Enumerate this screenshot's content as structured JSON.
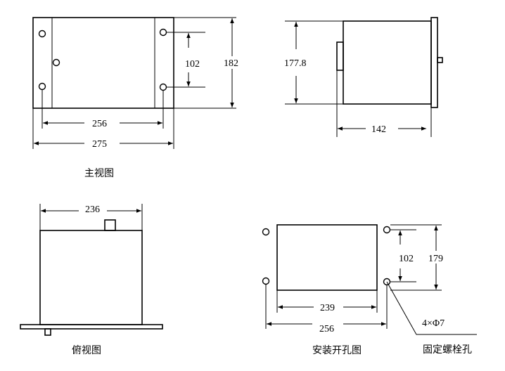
{
  "colors": {
    "line": "#000000",
    "background": "#ffffff"
  },
  "front_view": {
    "caption": "主视图",
    "dim_hole_spacing": "102",
    "dim_height": "182",
    "dim_hole_width": "256",
    "dim_total_width": "275"
  },
  "side_view": {
    "dim_height": "177.8",
    "dim_depth": "142"
  },
  "top_view": {
    "caption": "俯视图",
    "dim_width": "236"
  },
  "cutout_view": {
    "caption": "安装开孔图",
    "dim_hole_spacing": "102",
    "dim_height": "179",
    "dim_cutout_width": "239",
    "dim_hole_width": "256",
    "hole_spec": "4×Φ7",
    "hole_label": "固定螺栓孔"
  }
}
